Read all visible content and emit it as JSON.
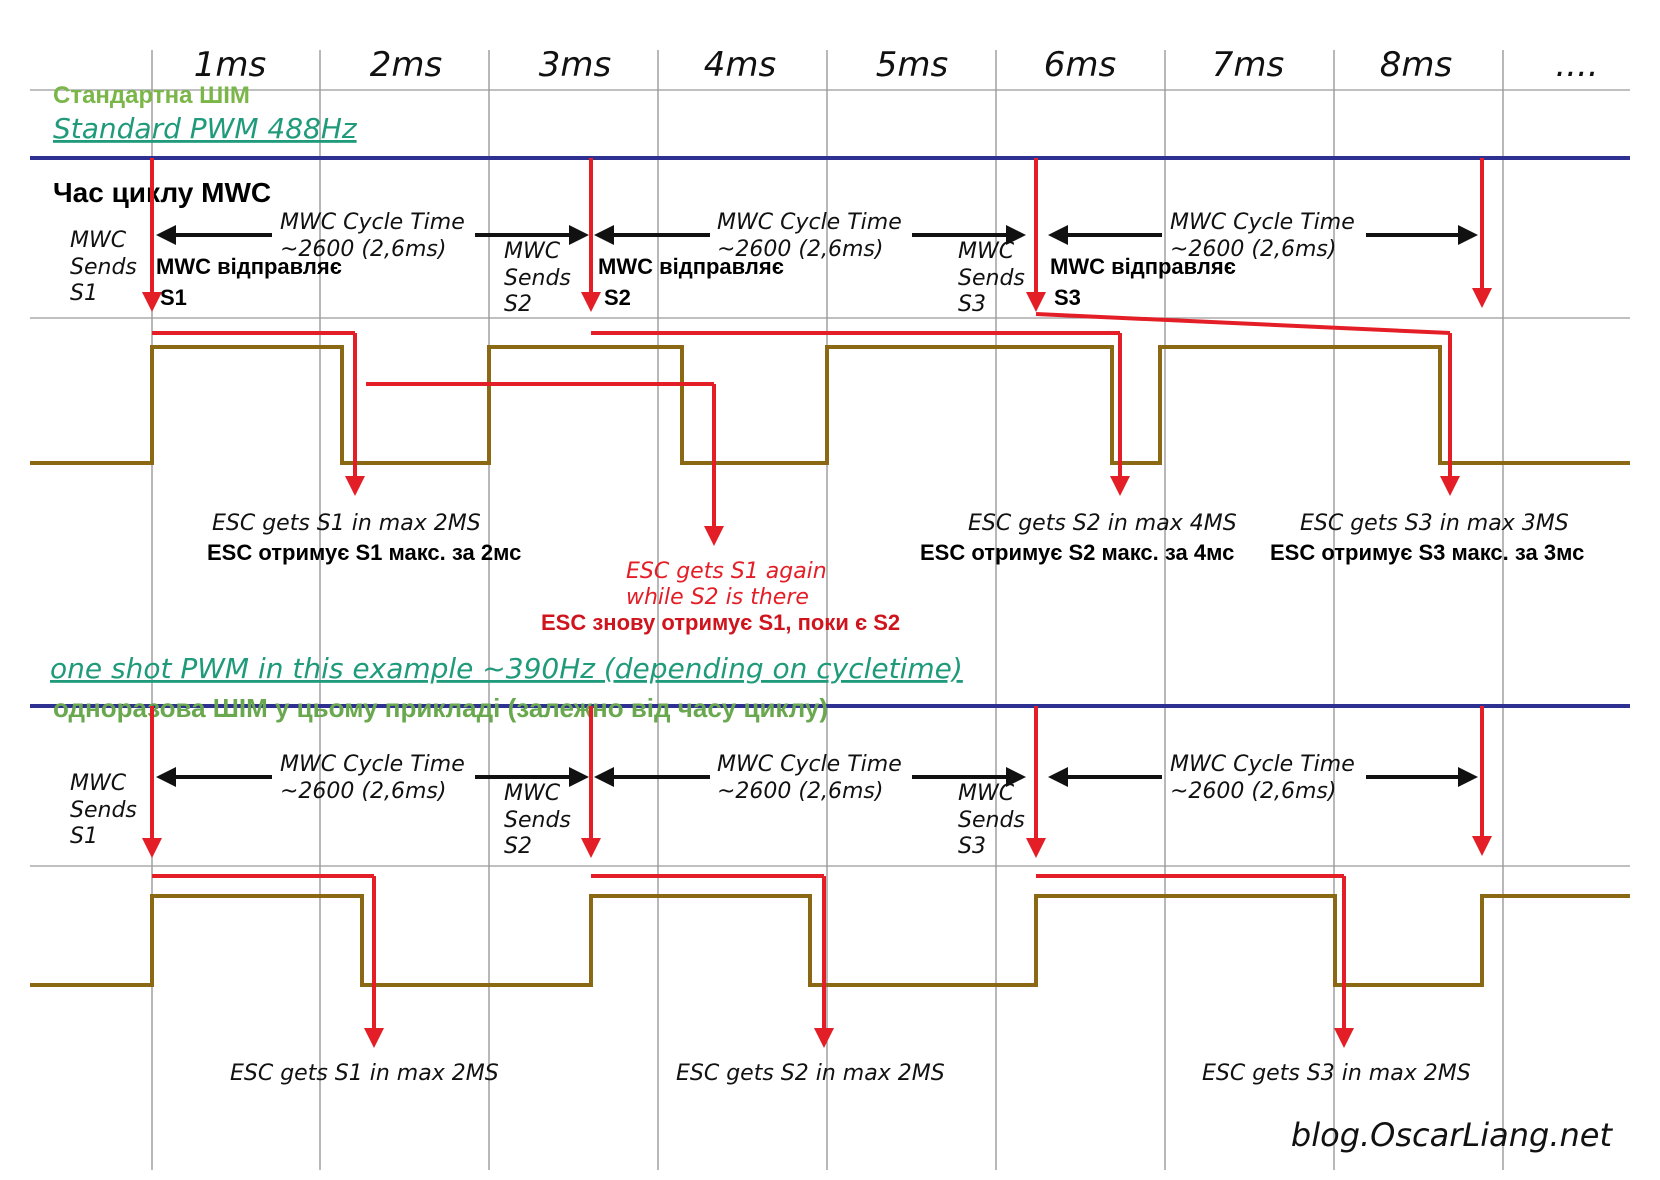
{
  "time_labels": [
    "1ms",
    "2ms",
    "3ms",
    "4ms",
    "5ms",
    "6ms",
    "7ms",
    "8ms",
    "...."
  ],
  "standard": {
    "title_ua": "Стандартна ШІМ",
    "title_en": "Standard PWM 488Hz",
    "cycle_title_ua": "Час циклу MWC"
  },
  "oneshot": {
    "title_en": "one shot PWM in this example ~390Hz (depending on cycletime)",
    "title_ua": "одноразова ШІМ у цьому прикладі (залежно від часу циклу)"
  },
  "cycle_label": {
    "line1": "MWC Cycle Time",
    "line2": "~2600 (2,6ms)"
  },
  "sends": {
    "mwc": "MWC",
    "sends": "Sends",
    "s1": "S1",
    "s2": "S2",
    "s3": "S3",
    "ua_s1_line1": "MWC відправляє",
    "ua_s1_line2": "S1",
    "ua_s2_line1": "MWC відправляє",
    "ua_s2_line2": "S2",
    "ua_s3_line1": "MWC відправляє",
    "ua_s3_line2": "S3"
  },
  "standard_gets": {
    "s1_en": "ESC gets S1 in max 2MS",
    "s1_ua": "ESC отримує S1 макс. за 2мс",
    "again_en_1": "ESC gets S1 again",
    "again_en_2": "while S2 is there",
    "again_ua": "ESC знову отримує S1, поки є S2",
    "s2_en": "ESC gets S2 in max 4MS",
    "s2_ua": "ESC отримує S2 макс. за 4мс",
    "s3_en": "ESC gets S3 in max 3MS",
    "s3_ua": "ESC отримує S3 макс. за 3мс"
  },
  "oneshot_gets": {
    "s1": "ESC gets S1 in max 2MS",
    "s2": "ESC gets S2 in max 2MS",
    "s3": "ESC gets S3 in max 2MS"
  },
  "credit": "blog.OscarLiang.net",
  "colors": {
    "wave": "#8b6914",
    "arrow_red": "#e41e26",
    "divider_blue": "#2e3192",
    "title_green": "#7ab648",
    "title_teal": "#1f9a7a"
  }
}
